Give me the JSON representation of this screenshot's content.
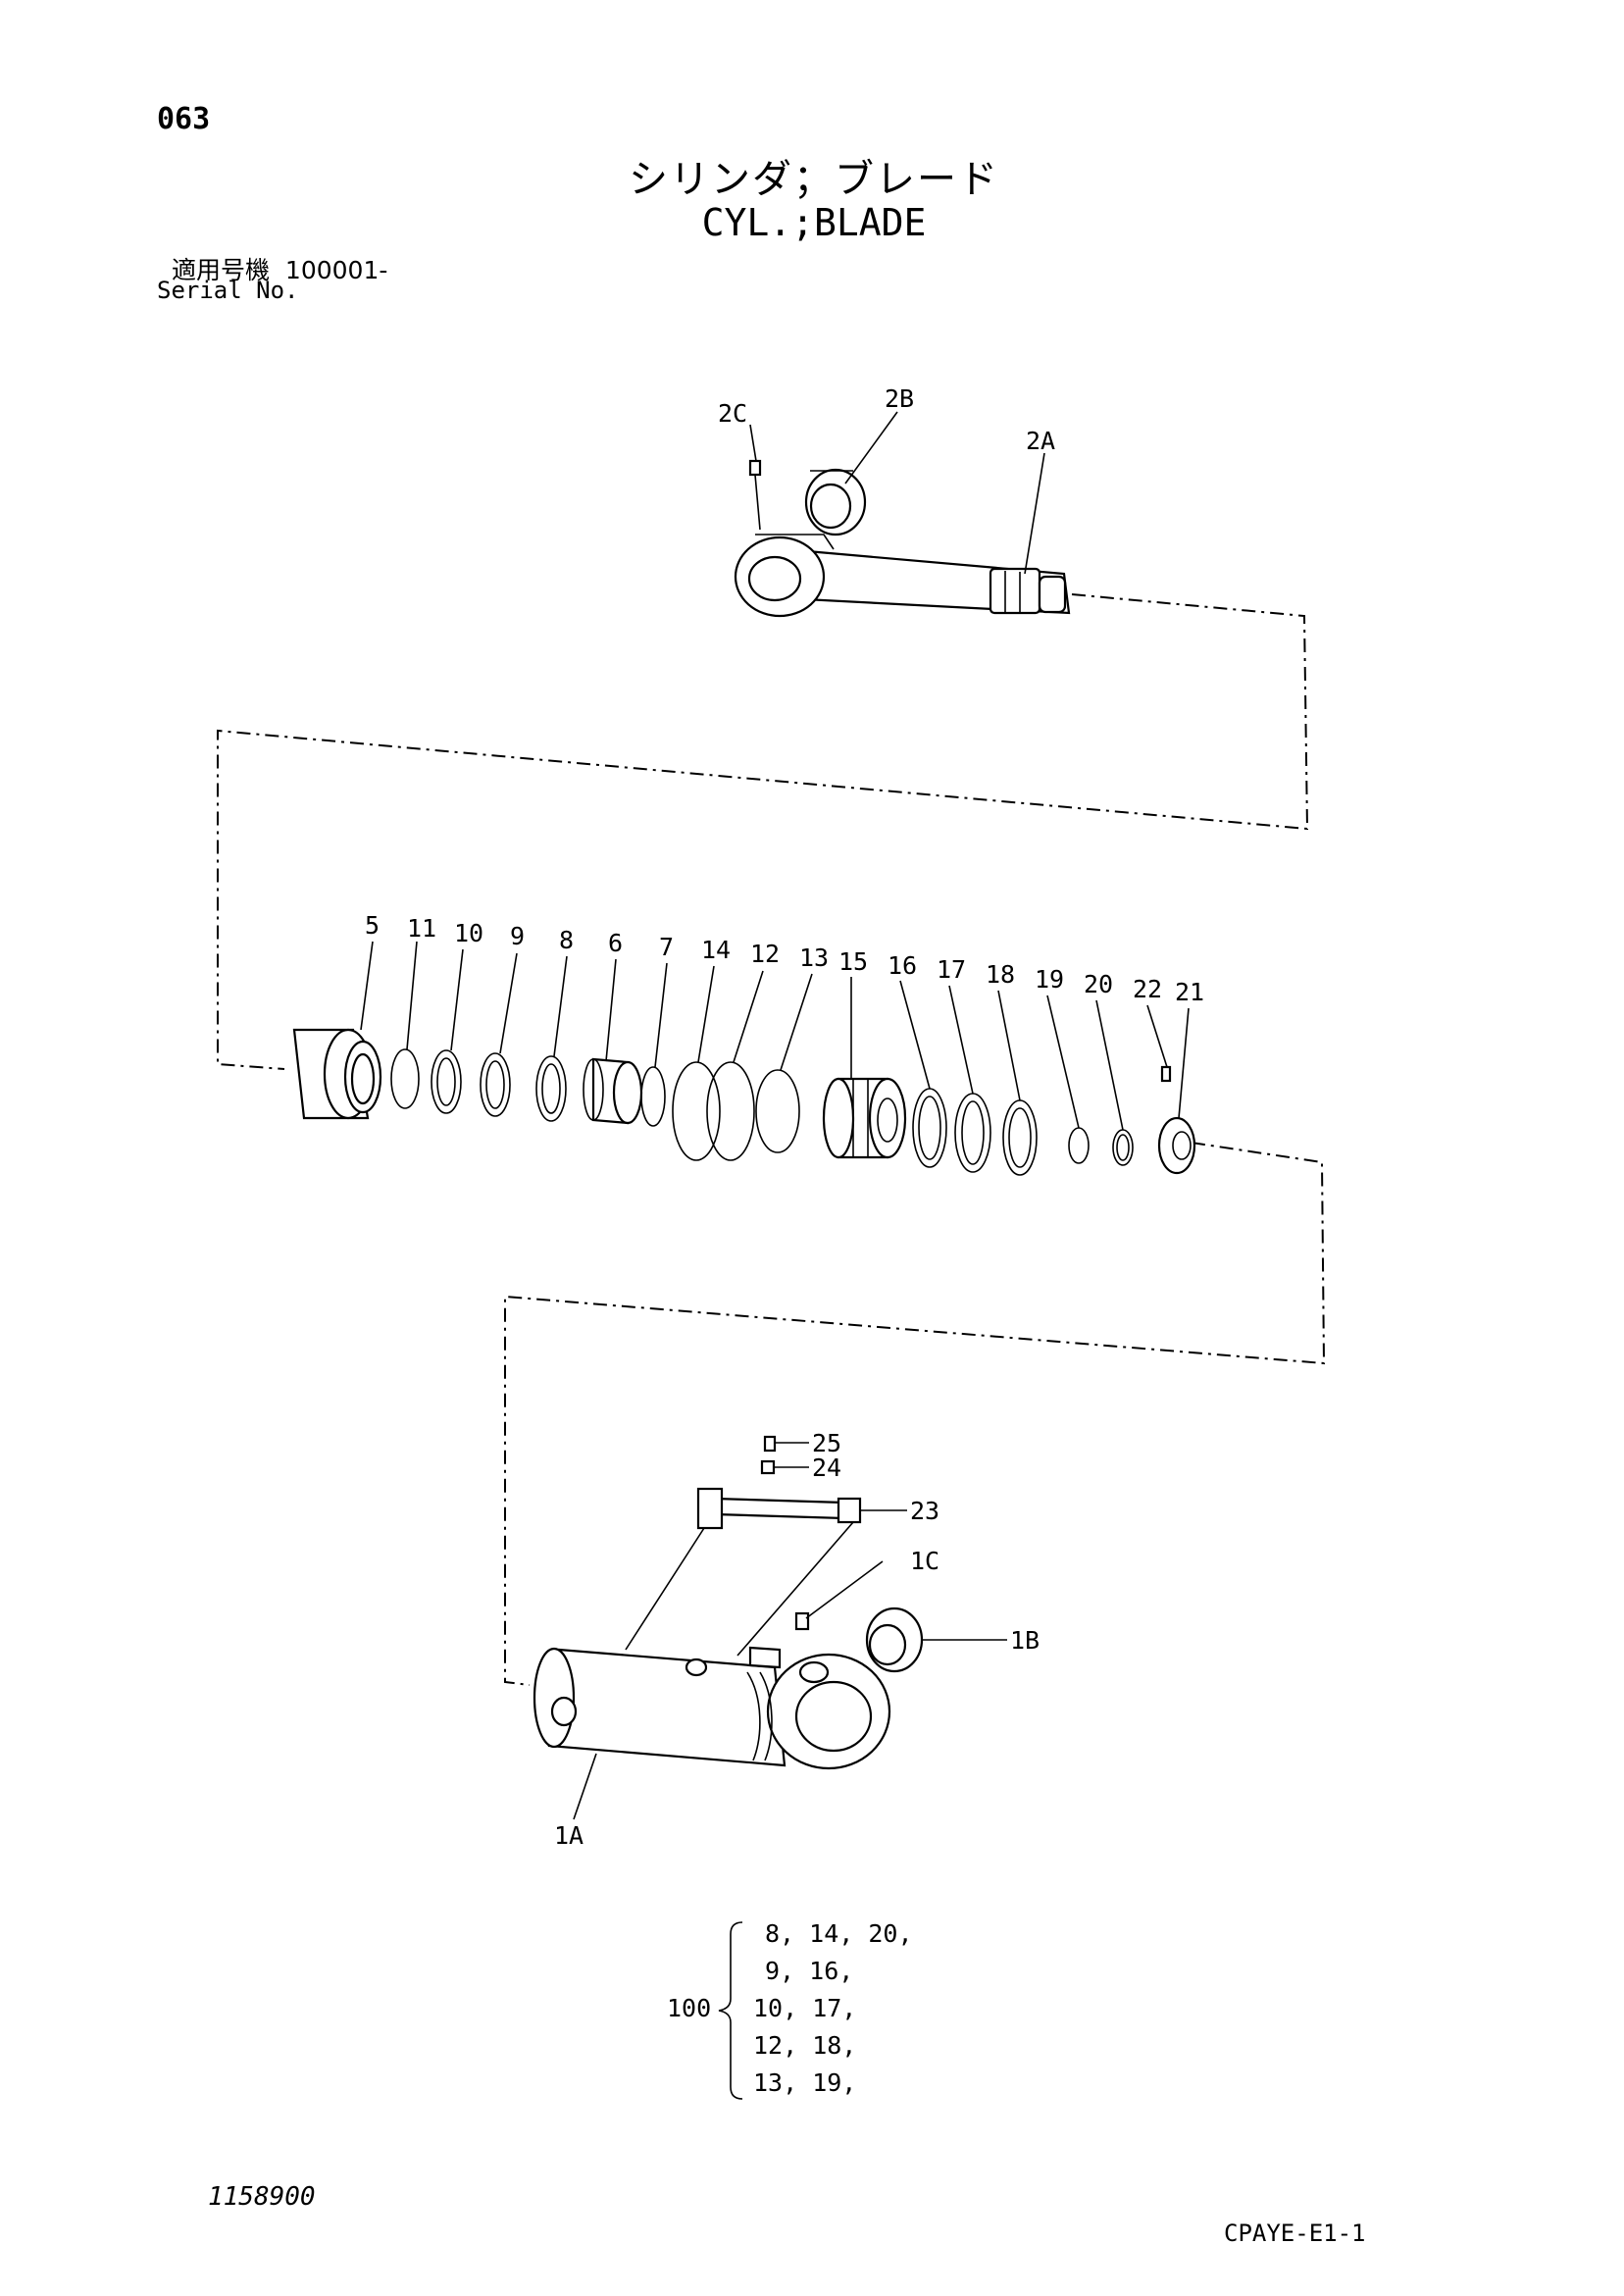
{
  "header": {
    "page_number": "063",
    "title_jp": "シリンダ；ブレード",
    "title_en": "CYL.;BLADE",
    "serial_jp_label": "適用号機",
    "serial_value": "100001-",
    "serial_en_label": "Serial No."
  },
  "labels": {
    "p2C": "2C",
    "p2B": "2B",
    "p2A": "2A",
    "p5": "5",
    "p11": "11",
    "p10": "10",
    "p9": "9",
    "p8": "8",
    "p6": "6",
    "p7": "7",
    "p14": "14",
    "p12": "12",
    "p13": "13",
    "p15": "15",
    "p16": "16",
    "p17": "17",
    "p18": "18",
    "p19": "19",
    "p20": "20",
    "p22": "22",
    "p21": "21",
    "p25": "25",
    "p24": "24",
    "p23": "23",
    "p1C": "1C",
    "p1B": "1B",
    "p1A": "1A"
  },
  "kit": {
    "number": "100",
    "rows": [
      "8, 14, 20,",
      "9, 16,",
      "10, 17,",
      "12, 18,",
      "13, 19,"
    ]
  },
  "footer": {
    "doc_id": "1158900",
    "page_code": "CPAYE-E1-1"
  }
}
